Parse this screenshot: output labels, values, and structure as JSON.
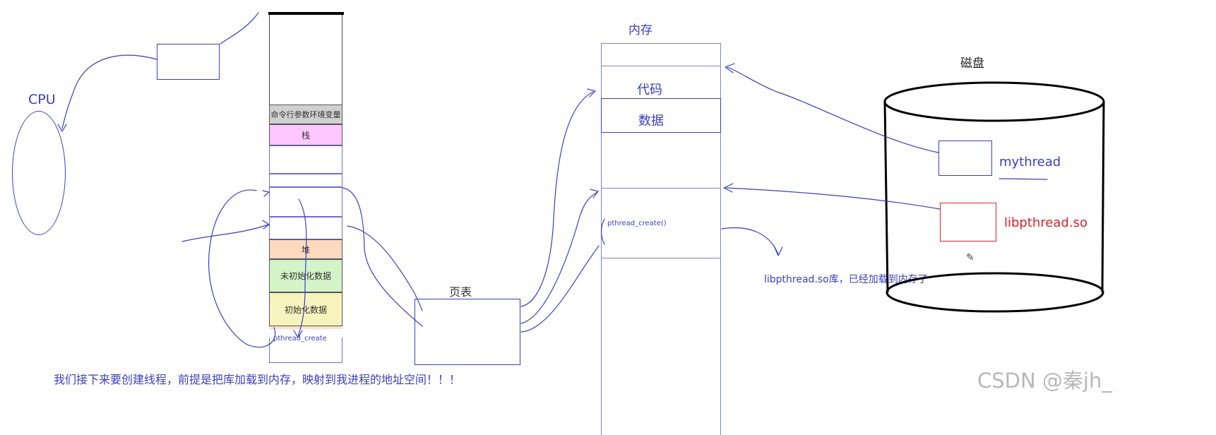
{
  "labels": {
    "cpu": "CPU",
    "memory_title": "内存",
    "disk_title": "磁盘",
    "page_table": "页表"
  },
  "address_space": {
    "segments": {
      "cmdline_env": "命令行参数环境变量",
      "stack": "栈",
      "heap": "堆",
      "uninit_data": "未初始化数据",
      "init_data": "初始化数据"
    },
    "mapped_call": "pthread_create"
  },
  "memory": {
    "code": "代码",
    "data": "数据",
    "call": "pthread_create()",
    "loaded_note": "libpthread.so库，已经加载到内存了"
  },
  "disk": {
    "files": [
      {
        "name": "mythread",
        "color": "#3b3fc0"
      },
      {
        "name": "libpthread.so",
        "color": "#e0202a"
      }
    ]
  },
  "note": "我们接下来要创建线程，前提是把库加载到内存，映射到我进程的地址空间！！！",
  "watermark": "CSDN @秦jh_",
  "colors": {
    "ink": "#3b3fc0",
    "cmdline_env": "#d0d0d0",
    "stack": "#ffc7ff",
    "heap": "#fdd9bf",
    "uninit_data": "#d4f3c8",
    "init_data": "#f7f3bd",
    "disk_second_box": "#e0202a"
  }
}
